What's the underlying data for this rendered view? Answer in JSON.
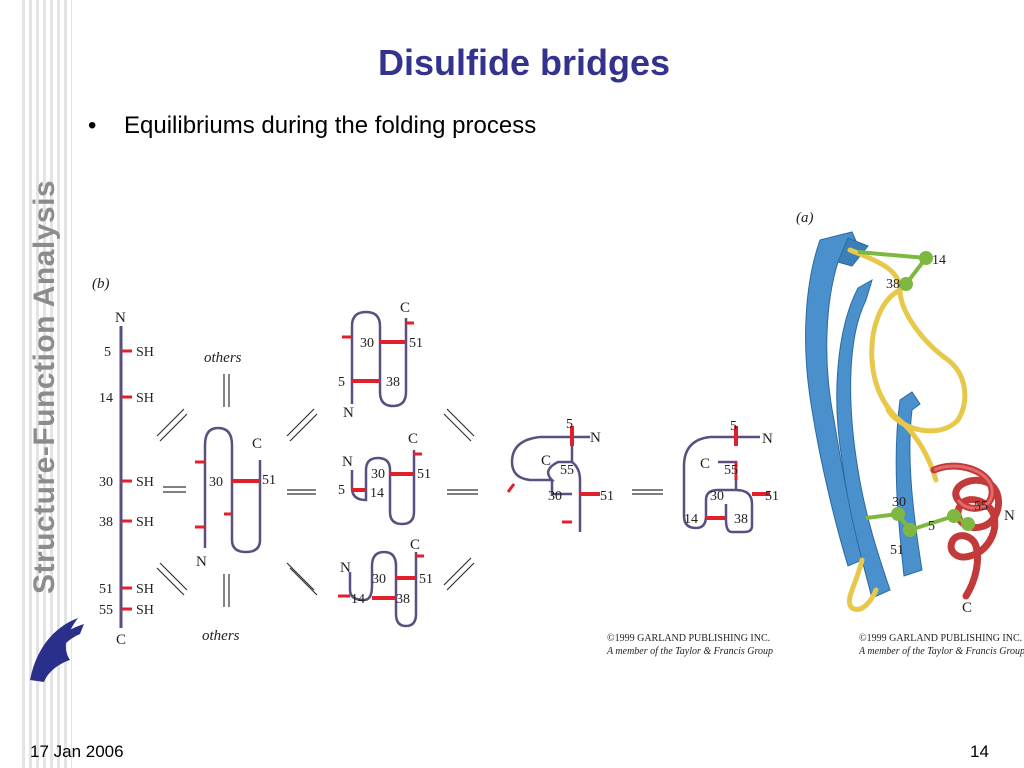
{
  "slide": {
    "title": "Disulfide bridges",
    "side_title": "Structure-Function Analysis",
    "bullet": "Equilibriums during the folding process",
    "date": "17 Jan 2006",
    "page_number": "14"
  },
  "figure_b": {
    "panel_label": "(b)",
    "others_top": "others",
    "others_bottom": "others",
    "chain_labels": {
      "n": "N",
      "c": "C"
    },
    "residues": [
      "5",
      "14",
      "30",
      "38",
      "51",
      "55"
    ],
    "thiol": "SH",
    "copyright_line1": "©1999 GARLAND PUBLISHING INC.",
    "copyright_line2": "A member of the Taylor & Francis Group"
  },
  "figure_a": {
    "panel_label": "(a)",
    "copyright_line1": "©1999 GARLAND PUBLISHING INC.",
    "copyright_line2": "A member of the Taylor & Francis Group"
  },
  "colors": {
    "title": "#33338f",
    "chain": "#5a4f80",
    "bridge": "#e0202a",
    "helix": "#d94a4a",
    "strand": "#4a90cc",
    "loop": "#e8c84a",
    "disulfide": "#7fb840"
  }
}
